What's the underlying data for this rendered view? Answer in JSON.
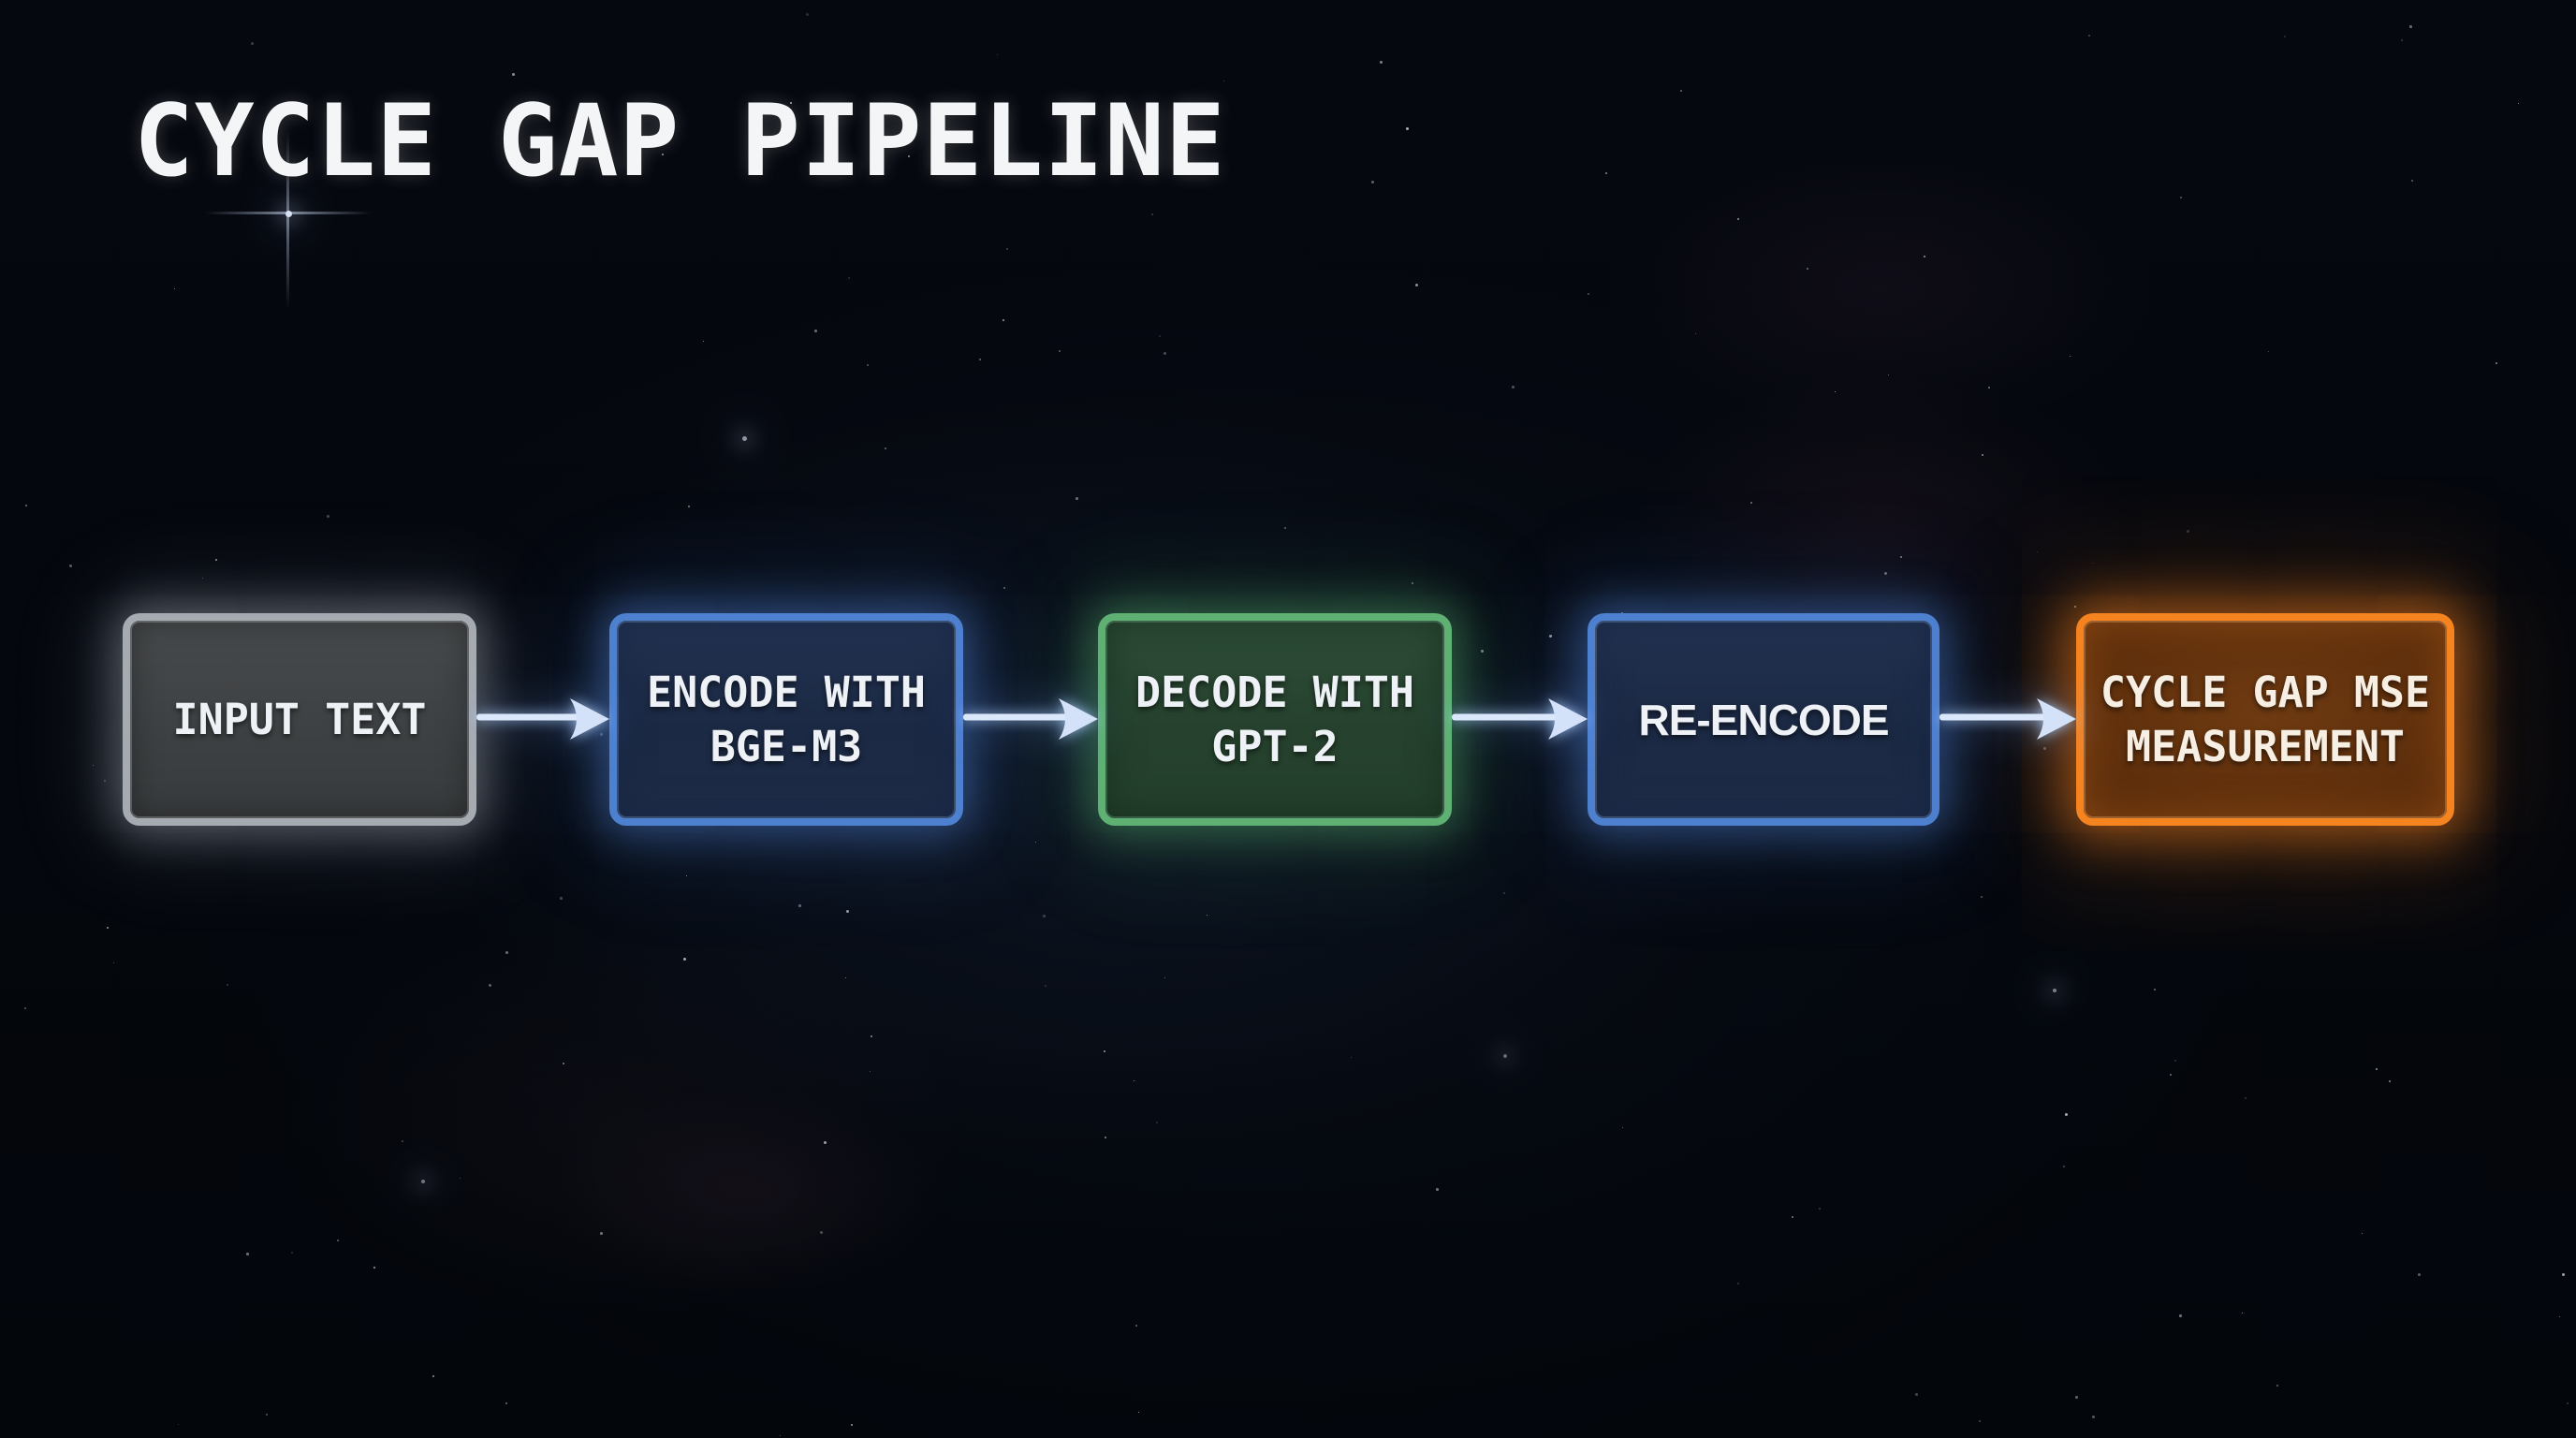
{
  "title": "CYCLE GAP PIPELINE",
  "diagram": {
    "type": "flowchart",
    "direction": "left-to-right",
    "nodes": [
      {
        "id": "input-text",
        "variant": "gray",
        "lines": [
          "INPUT TEXT"
        ]
      },
      {
        "id": "encode-bge-m3",
        "variant": "blue",
        "lines": [
          "ENCODE WITH",
          "BGE-M3"
        ]
      },
      {
        "id": "decode-gpt2",
        "variant": "green",
        "lines": [
          "DECODE WITH",
          "GPT-2"
        ]
      },
      {
        "id": "re-encode",
        "variant": "blue",
        "lines": [
          "RE-ENCODE"
        ]
      },
      {
        "id": "cycle-gap-mse",
        "variant": "orange",
        "lines": [
          "CYCLE GAP MSE",
          "MEASUREMENT"
        ]
      }
    ],
    "connections": [
      {
        "from": "input-text",
        "to": "encode-bge-m3"
      },
      {
        "from": "encode-bge-m3",
        "to": "decode-gpt2"
      },
      {
        "from": "decode-gpt2",
        "to": "re-encode"
      },
      {
        "from": "re-encode",
        "to": "cycle-gap-mse"
      }
    ]
  },
  "colors": {
    "background": "#04070d",
    "title_text": "#f4f5f7",
    "label_text": "#eef1f5",
    "arrow": "#dbe7fb",
    "gray_border": "#a6abb2",
    "gray_fill": "#3e4143",
    "blue_border": "#4d80cf",
    "blue_fill": "#1c2b47",
    "green_border": "#5eb173",
    "green_fill": "#26422e",
    "orange_border": "#f5831f",
    "orange_fill": "#53280a"
  }
}
